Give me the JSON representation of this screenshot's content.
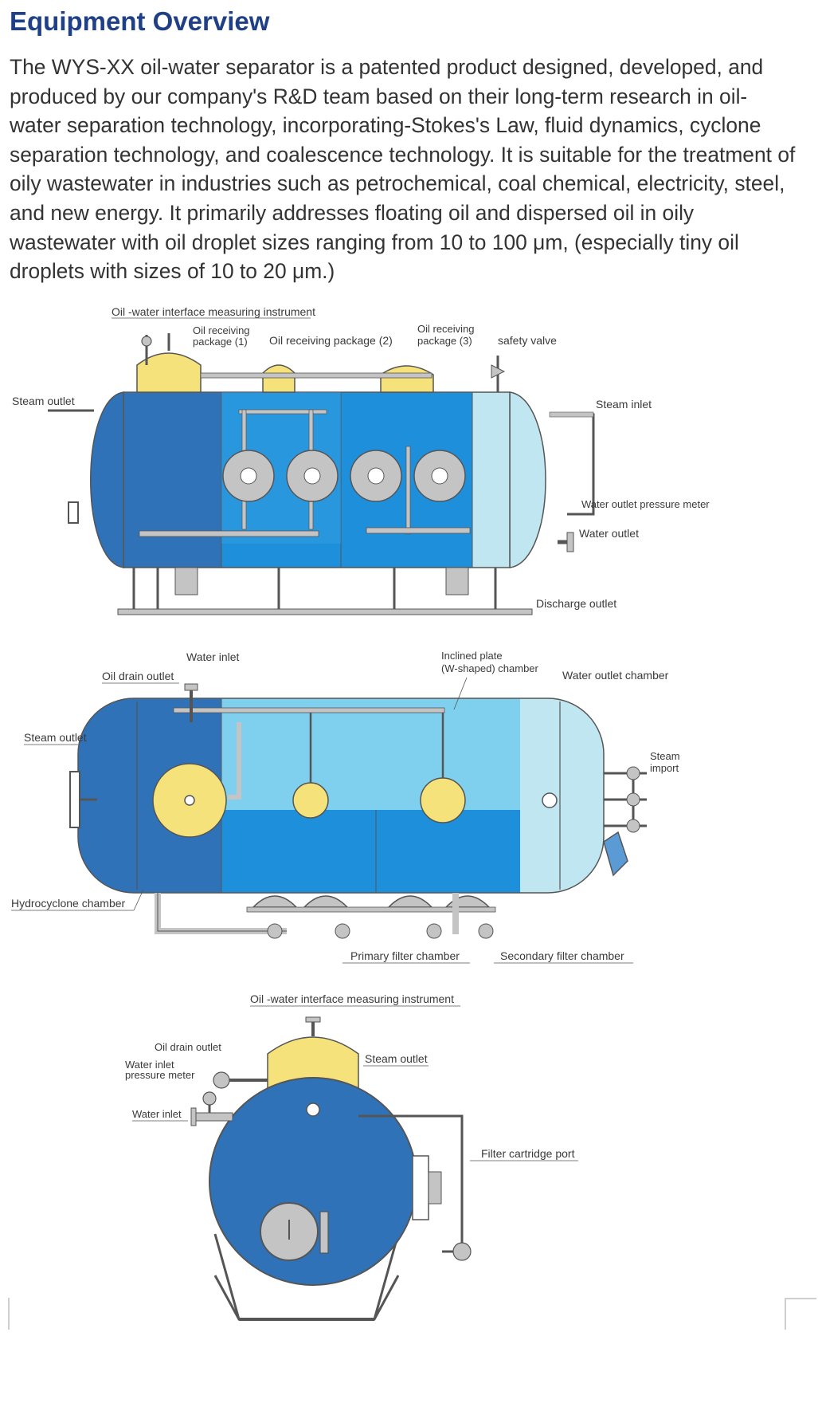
{
  "section": {
    "title": "Equipment Overview",
    "description": "The WYS-XX oil-water separator is a patented product designed, developed, and produced by our company's R&D team based on their long-term research in oil-water separation technology, incorporating-Stokes's Law, fluid dynamics, cyclone separation technology, and coalescence technology. It is suitable for the treatment of oily wastewater in industries such as petrochemical, coal chemical, electricity, steel, and new energy. It primarily addresses floating oil and dispersed oil in oily wastewater with oil droplet sizes ranging from 10 to 100 μm, (especially tiny oil droplets with sizes of 10 to 20 μm.)"
  },
  "diagram1": {
    "interface_instrument": "Oil -water interface measuring instrument",
    "oil_pkg1_line1": "Oil receiving",
    "oil_pkg1_line2": "package (1)",
    "oil_pkg2": "Oil receiving package (2)",
    "oil_pkg3_line1": "Oil receiving",
    "oil_pkg3_line2": "package (3)",
    "safety_valve": "safety valve",
    "steam_outlet": "Steam outlet",
    "steam_inlet": "Steam inlet",
    "water_outlet_pressure_meter": "Water outlet pressure meter",
    "water_outlet": "Water outlet",
    "discharge_outlet": "Discharge outlet"
  },
  "diagram2": {
    "water_inlet": "Water inlet",
    "oil_drain_outlet": "Oil drain outlet",
    "inclined_plate_line1": "Inclined plate",
    "inclined_plate_line2": "(W-shaped) chamber",
    "water_outlet_chamber": "Water outlet chamber",
    "steam_outlet": "Steam outlet",
    "steam_import_line1": "Steam",
    "steam_import_line2": "import",
    "hydrocyclone_chamber": "Hydrocyclone chamber",
    "primary_filter_chamber": "Primary filter chamber",
    "secondary_filter_chamber": "Secondary filter chamber"
  },
  "diagram3": {
    "interface_instrument": "Oil -water interface measuring instrument",
    "oil_drain_outlet": "Oil drain outlet",
    "water_inlet_pressure_meter_line1": "Water inlet",
    "water_inlet_pressure_meter_line2": "pressure meter",
    "steam_outlet": "Steam outlet",
    "water_inlet": "Water inlet",
    "filter_cartridge_port": "Filter cartridge port"
  },
  "colors": {
    "dark_blue": "#2f72b8",
    "mid_blue": "#1e8fdb",
    "light_blue": "#7fd0ee",
    "pale_blue": "#bfe6f1",
    "oil_yellow": "#f5e27a",
    "pipe_gray": "#c4c4c4",
    "heading_blue": "#1f3f86",
    "text_gray": "#333333"
  }
}
